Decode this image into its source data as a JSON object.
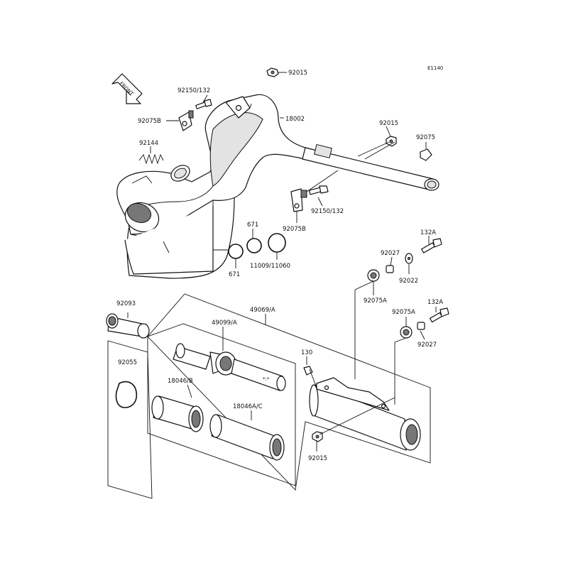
{
  "diagram_code": "E1140",
  "front_arrow_text": "FRONT",
  "part_labels": {
    "p92015_top": "92015",
    "p92150_132_top": "92150/132",
    "p92075B_top": "92075B",
    "p18002": "18002",
    "p92015_right": "92015",
    "p92075": "92075",
    "p92144": "92144",
    "p92150_132_mid": "92150/132",
    "p92075B_mid": "92075B",
    "p671_upper": "671",
    "p671_lower": "671",
    "p11009_11060": "11009/11060",
    "p132A_upper": "132A",
    "p92027_upper": "92027",
    "p92022": "92022",
    "p92075A_upper": "92075A",
    "p92093": "92093",
    "p49069_A": "49069/A",
    "p49099_A": "49099/A",
    "p132A_lower": "132A",
    "p92075A_lower": "92075A",
    "p92027_lower": "92027",
    "p92055": "92055",
    "p130": "130",
    "p18046_B": "18046/B",
    "p18046A_C": "18046A/C",
    "p92015_bottom": "92015"
  }
}
